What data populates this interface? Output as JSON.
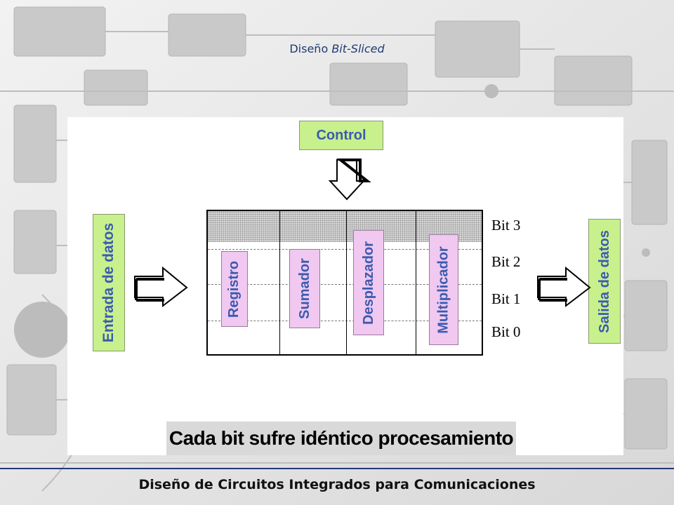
{
  "slide": {
    "title_prefix": "Diseño ",
    "title_italic": "Bit-Sliced",
    "footer": "Diseño de Circuitos Integrados para Comunicaciones"
  },
  "diagram": {
    "control_label": "Control",
    "input_label": "Entrada de datos",
    "output_label": "Salida de datos",
    "units": [
      "Registro",
      "Sumador",
      "Desplazador",
      "Multiplicador"
    ],
    "bits": [
      "Bit 3",
      "Bit 2",
      "Bit 1",
      "Bit 0"
    ],
    "caption": "Cada bit sufre idéntico procesamiento"
  },
  "colors": {
    "label_text": "#3b5bb0",
    "green_box": "#c8f08c",
    "pink_box": "#f0c8f0",
    "title_text": "#1f3a73"
  }
}
